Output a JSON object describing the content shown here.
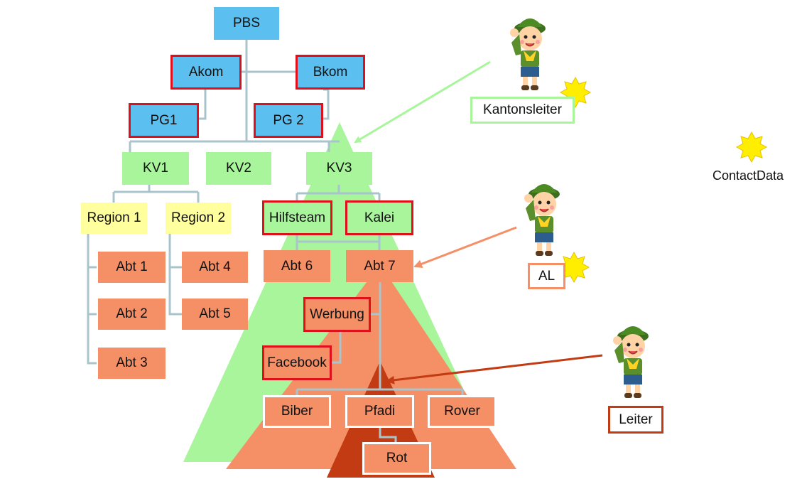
{
  "nodes": {
    "pbs": "PBS",
    "akom": "Akom",
    "bkom": "Bkom",
    "pg1": "PG1",
    "pg2": "PG 2",
    "kv1": "KV1",
    "kv2": "KV2",
    "kv3": "KV3",
    "region1": "Region 1",
    "region2": "Region 2",
    "hilfsteam": "Hilfsteam",
    "kalei": "Kalei",
    "abt1": "Abt 1",
    "abt2": "Abt 2",
    "abt3": "Abt 3",
    "abt4": "Abt 4",
    "abt5": "Abt 5",
    "abt6": "Abt 6",
    "abt7": "Abt 7",
    "werbung": "Werbung",
    "facebook": "Facebook",
    "biber": "Biber",
    "pfadi": "Pfadi",
    "rover": "Rover",
    "rot": "Rot"
  },
  "roles": {
    "kantonsleiter": "Kantonsleiter",
    "al": "AL",
    "leiter": "Leiter"
  },
  "legend": {
    "contact_data": "ContactData"
  },
  "colors": {
    "blue": "#5bc0f0",
    "green": "#a8f59c",
    "yellow": "#ffff9e",
    "orange": "#f58f65",
    "dark_red": "#c23b12",
    "red_border": "#e0101a",
    "connector": "#a9c4cc",
    "star": "#ffee00"
  }
}
